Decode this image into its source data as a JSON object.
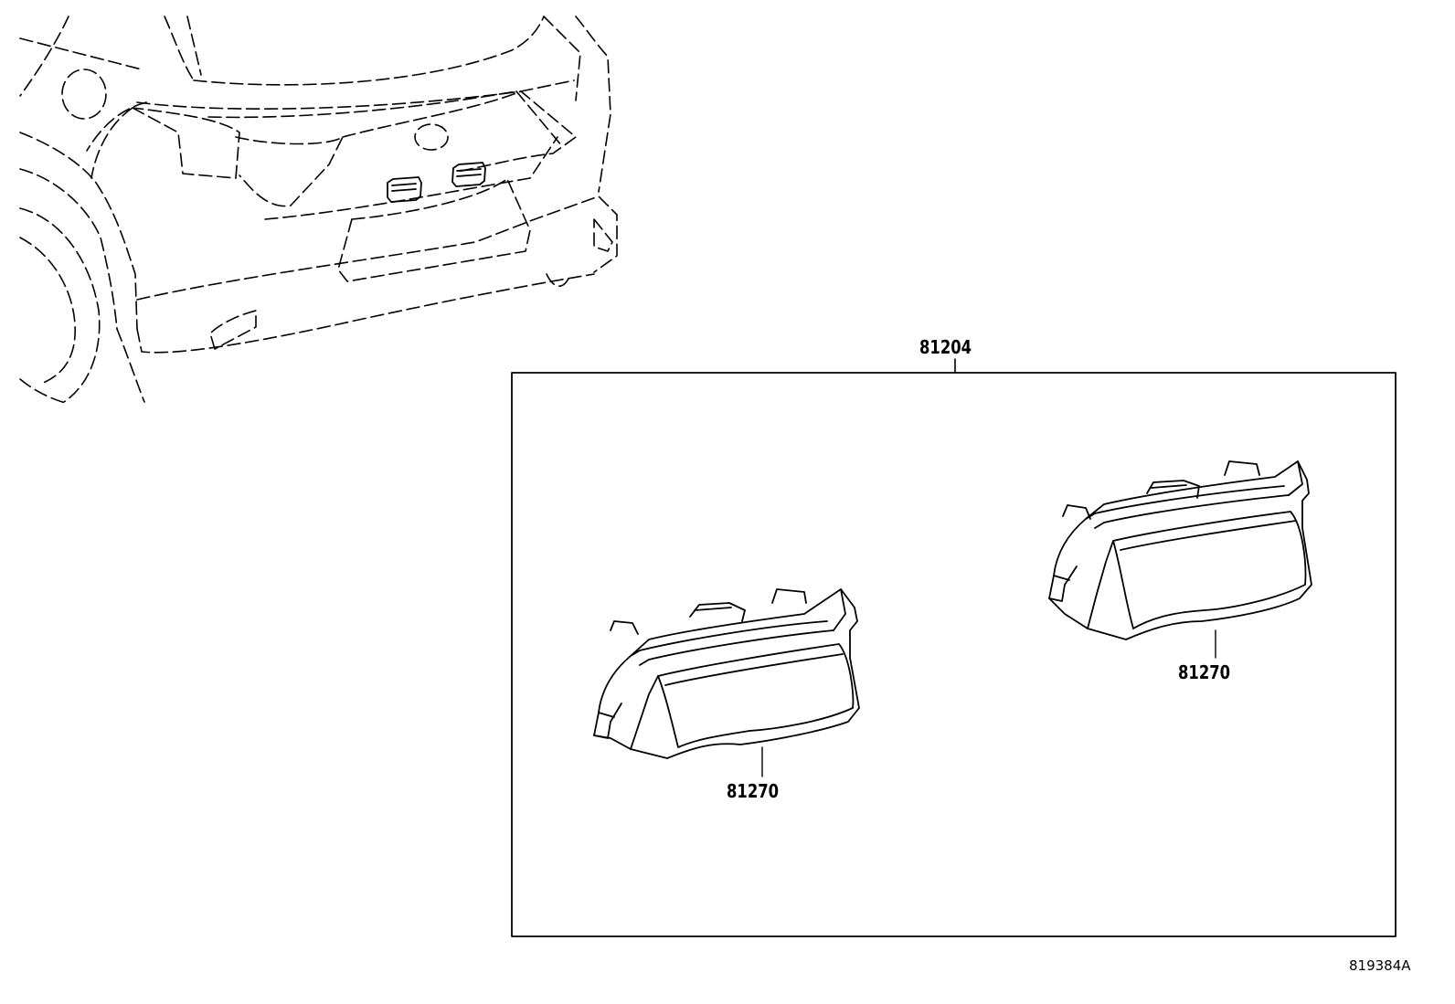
{
  "callouts": {
    "assembly_part_number": "81204",
    "left_lamp_part_number": "81270",
    "right_lamp_part_number": "81270"
  },
  "illustration_id": "819384A",
  "colors": {
    "line": "#000000",
    "background": "#ffffff"
  },
  "icons": {
    "vehicle": "vehicle-rear-view-icon",
    "lamp": "license-plate-lamp-icon"
  }
}
